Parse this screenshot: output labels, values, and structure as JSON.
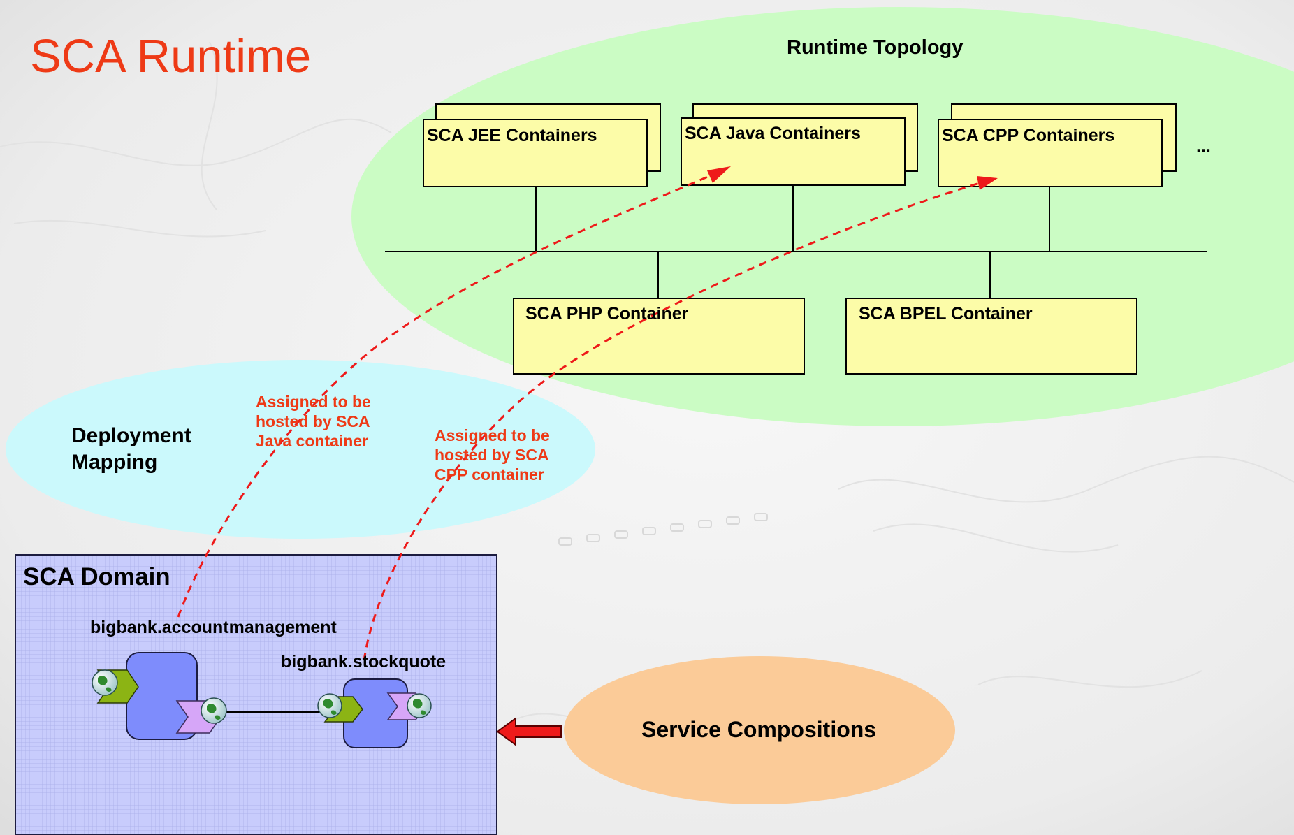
{
  "title": "SCA Runtime",
  "colors": {
    "title": "#ee3a16",
    "topology_ellipse": "#cbfcc4",
    "deployment_ellipse": "#cbf9fc",
    "compositions_ellipse": "#fbcb98",
    "container_box": "#fcfca8",
    "domain_box": "#c8ccfc",
    "component": "#7e8cfc",
    "service_chevron": "#8cb414",
    "reference_chevron": "#d6a6f8",
    "arrow": "#ee1a1a"
  },
  "runtime_topology": {
    "title": "Runtime Topology",
    "containers": [
      {
        "label": "SCA JEE Containers",
        "stacked": true
      },
      {
        "label": "SCA Java Containers",
        "stacked": true
      },
      {
        "label": "SCA CPP Containers",
        "stacked": true
      },
      {
        "label": "SCA PHP Container",
        "stacked": false
      },
      {
        "label": "SCA BPEL Container",
        "stacked": false
      }
    ],
    "more": "..."
  },
  "deployment_mapping": {
    "title": "Deployment\nMapping",
    "annotations": [
      {
        "text": "Assigned to be\nhosted by SCA\nJava container",
        "icon": "dashed-red-arrow"
      },
      {
        "text": "Assigned to be\nhosted by SCA\nCPP container",
        "icon": "dashed-red-arrow"
      }
    ]
  },
  "domain": {
    "title": "SCA Domain",
    "components": [
      {
        "name": "bigbank.accountmanagement",
        "icons": [
          "globe-icon",
          "globe-icon"
        ]
      },
      {
        "name": "bigbank.stockquote",
        "icons": [
          "globe-icon",
          "globe-icon"
        ]
      }
    ]
  },
  "service_compositions": {
    "label": "Service Compositions",
    "icon": "red-left-arrow-icon"
  }
}
